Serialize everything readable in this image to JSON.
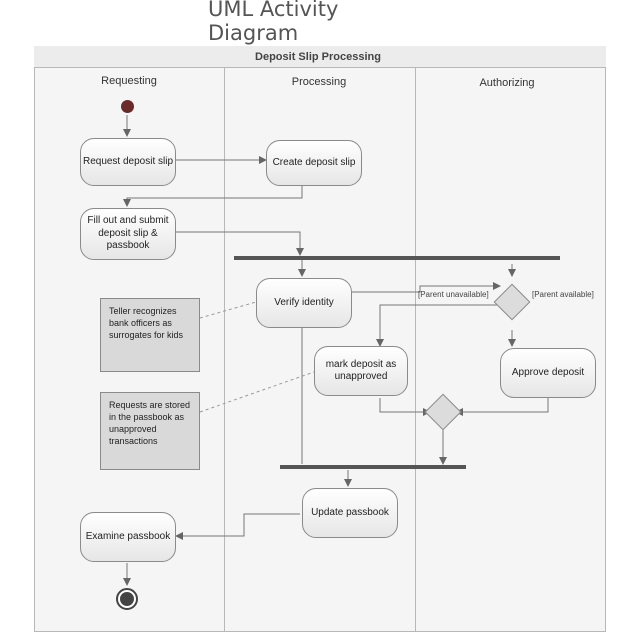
{
  "diagram": {
    "title": "UML Activity Diagram",
    "pool_title": "Deposit Slip Processing",
    "lanes": [
      "Requesting",
      "Processing",
      "Authorizing"
    ],
    "activities": {
      "request_deposit_slip": "Request deposit slip",
      "create_deposit_slip": "Create deposit slip",
      "fill_out": "Fill out and submit deposit slip & passbook",
      "verify_identity": "Verify identity",
      "mark_deposit": "mark deposit as unapproved",
      "approve_deposit": "Approve deposit",
      "update_passbook": "Update passbook",
      "examine_passbook": "Examine passbook"
    },
    "notes": {
      "note1": "Teller recognizes bank officers as surrogates for kids",
      "note2": "Requests are stored in the passbook as unapproved transactions"
    },
    "conditions": {
      "parent_unavailable": "[Parent unavailable]",
      "parent_available": "[Parent available]"
    }
  }
}
